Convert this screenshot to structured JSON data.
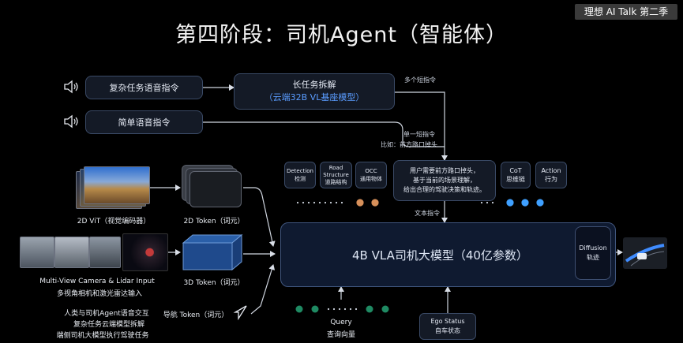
{
  "header": {
    "title": "第四阶段：司机Agent（智能体）",
    "watermark": "理想 AI Talk 第二季"
  },
  "voice_inputs": {
    "complex_voice": "复杂任务语音指令",
    "simple_voice": "简单语音指令"
  },
  "long_task": {
    "line1": "长任务拆解",
    "line2": "（云端32B VL基座模型）"
  },
  "edge_labels": {
    "multi_short": "多个短指令",
    "single_short": "单一短指令",
    "example": "比如：前方路口掉头",
    "text_instruction": "文本指令"
  },
  "perception_chips": [
    {
      "line1": "Detection",
      "line2": "检测"
    },
    {
      "line1": "Road Structure",
      "line2": "道路结构"
    },
    {
      "line1": "OCC",
      "line2": "通用物体"
    }
  ],
  "scene_box": {
    "line1": "用户需要前方路口掉头，",
    "line2": "基于当前的场景理解，",
    "line3": "给出合理的驾驶决策和轨迹。"
  },
  "reason_chips": [
    {
      "line1": "CoT",
      "line2": "思维链"
    },
    {
      "line1": "Action",
      "line2": "行为"
    }
  ],
  "inputs": {
    "vit_label": "2D ViT（视觉编码器）",
    "token2d_label": "2D Token（词元）",
    "camera_label_en": "Multi-View Camera & Lidar Input",
    "camera_label_cn": "多视角相机和激光雷达输入",
    "token3d_label": "3D Token（词元）",
    "nav_token_label": "导航 Token（词元）"
  },
  "vla": {
    "title": "4B VLA司机大模型（40亿参数）",
    "diffusion_line1": "Diffusion",
    "diffusion_line2": "轨迹"
  },
  "query": {
    "line1": "Query",
    "line2": "查询向量"
  },
  "ego": {
    "line1": "Ego Status",
    "line2": "自车状态"
  },
  "notes": [
    "人类与司机Agent语音交互",
    "复杂任务云端模型拆解",
    "端侧司机大模型执行驾驶任务"
  ],
  "colors": {
    "accent_blue": "#2f6fcf",
    "token_orange": "#d7905a",
    "token_blue": "#3fa0ff",
    "query_green": "#1f8a63"
  }
}
